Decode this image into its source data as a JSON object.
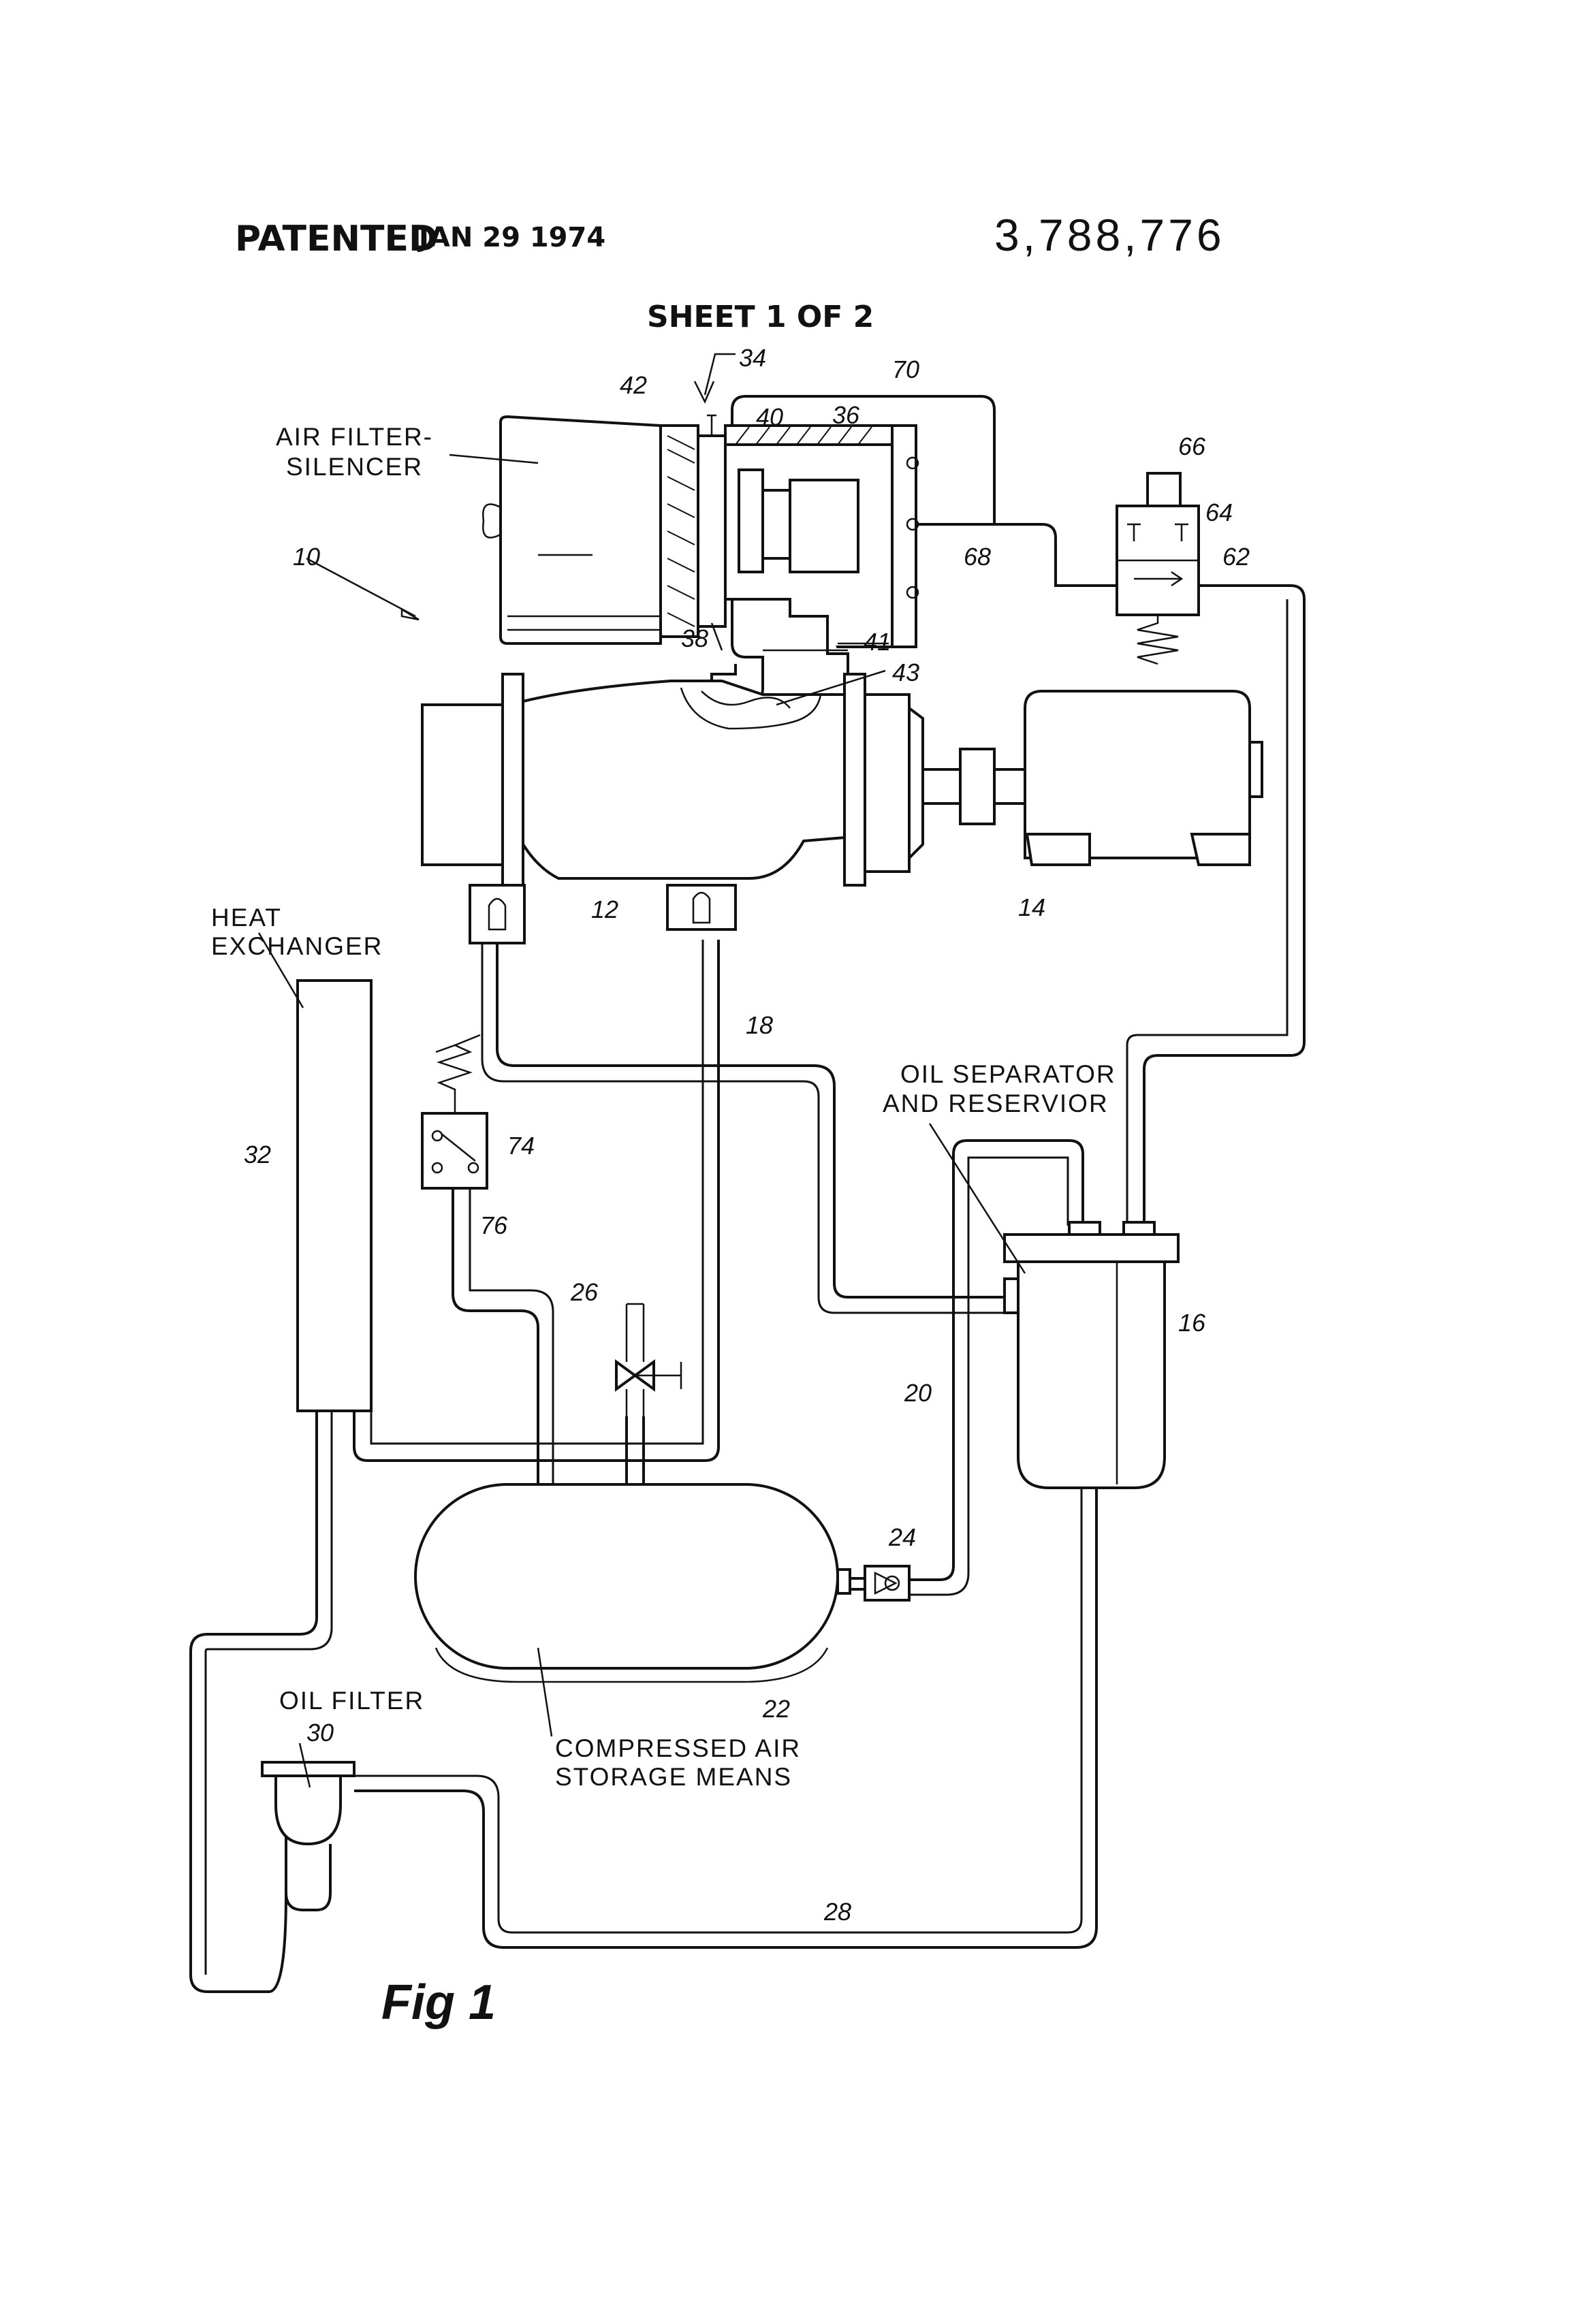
{
  "header": {
    "patented_label": "PATENTED",
    "patent_date": "JAN 29 1974",
    "patent_number": "3,788,776",
    "sheet": "SHEET 1 OF 2"
  },
  "figure_label": "Fig 1",
  "labels": {
    "air_filter_line1": "AIR FILTER-",
    "air_filter_line2": "SILENCER",
    "heat_exchanger_line1": "HEAT",
    "heat_exchanger_line2": "EXCHANGER",
    "oil_separator_line1": "OIL SEPARATOR",
    "oil_separator_line2": "AND RESERVIOR",
    "oil_filter": "OIL FILTER",
    "storage_line1": "COMPRESSED AIR",
    "storage_line2": "STORAGE MEANS"
  },
  "refs": {
    "r10": "10",
    "r12": "12",
    "r14": "14",
    "r16": "16",
    "r18": "18",
    "r20": "20",
    "r22": "22",
    "r24": "24",
    "r26": "26",
    "r28": "28",
    "r30": "30",
    "r32": "32",
    "r34": "34",
    "r36": "36",
    "r38": "38",
    "r40": "40",
    "r41": "41",
    "r42": "42",
    "r43": "43",
    "r62": "62",
    "r64": "64",
    "r66": "66",
    "r68": "68",
    "r70": "70",
    "r74": "74",
    "r76": "76"
  }
}
